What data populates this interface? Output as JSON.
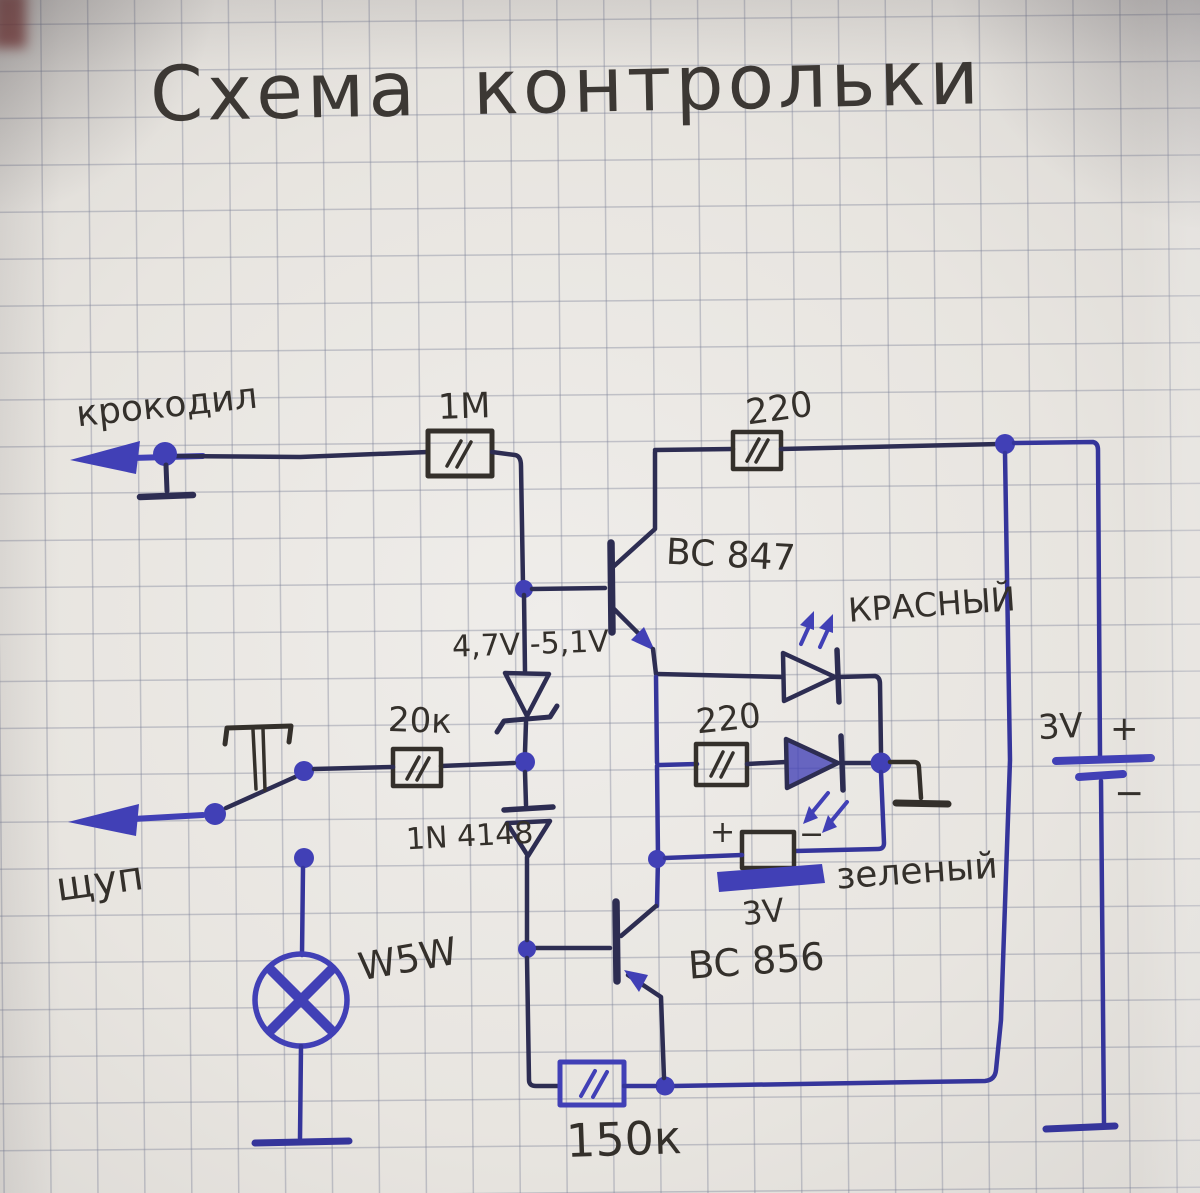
{
  "title": "Схема контрольки",
  "labels": {
    "crocodile": "крокодил",
    "probe": "щуп",
    "r_1m": "1М",
    "r_220_top": "220",
    "r_220_mid": "220",
    "r_20k": "20к",
    "r_150k": "150к",
    "q1": "BC 847",
    "q2": "BC 856",
    "zener_range": "4,7V -5,1V",
    "diode": "1N 4148",
    "led_red": "КРАСНЫЙ",
    "led_green": "зеленый",
    "lamp": "W5W",
    "cell_voltage": "3V",
    "cell_plus": "+",
    "cell_minus": "−",
    "battery_voltage": "3V",
    "battery_plus": "+",
    "battery_minus": "−"
  },
  "colors": {
    "ink_dark": "#2d2d52",
    "ink_blue": "#4140b6",
    "ink_wire": "#35359b",
    "ink_black": "#34302b",
    "paper": "#e8e5e0",
    "grid": "#a8abb6"
  }
}
